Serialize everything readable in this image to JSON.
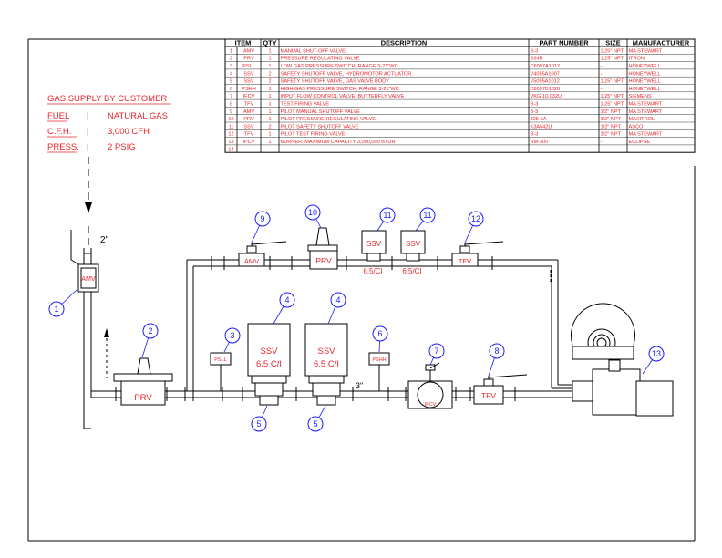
{
  "bom": {
    "headers": [
      "ITEM",
      "QTY",
      "DESCRIPTION",
      "PART NUMBER",
      "SIZE",
      "MANUFACTURER"
    ],
    "rows": [
      [
        "1",
        "AMV",
        "1",
        "MANUAL SHUT-OFF VALVE",
        "B-3",
        "1.25\" NPT",
        "MA STEWART"
      ],
      [
        "2",
        "PRV",
        "1",
        "PRESSURE REGULATING VALVE",
        "B34R",
        "1.25\" NPT",
        "ITRON"
      ],
      [
        "3",
        "PSLL",
        "1",
        "LOW GAS PRESSURE SWITCH, RANGE 3-21\"WC",
        "C6097A1012",
        "--",
        "HONEYWELL"
      ],
      [
        "4",
        "SSV",
        "2",
        "SAFETY SHUTOFF VALVE, HYDROMOTOR ACTUATOR",
        "V4055A1007",
        "--",
        "HONEYWELL"
      ],
      [
        "5",
        "SSV",
        "2",
        "SAFETY SHUTOFF VALVE, GAS VALVE BODY",
        "V5055A1012",
        "1.25\" NPT",
        "HONEYWELL"
      ],
      [
        "6",
        "PSHH",
        "1",
        "HIGH GAS PRESSURE SWITCH, RANGE 3-21\"WC",
        "C6097B1028",
        "--",
        "HONEYWELL"
      ],
      [
        "7",
        "IFCV",
        "1",
        "INPUT FLOW CONTROL VALVE, BUTTERFLY VALVE",
        "VKG 10.032U",
        "1.25\" NPT",
        "SIEMENS"
      ],
      [
        "8",
        "TFV",
        "1",
        "TEST FIRING VALVE",
        "B-3",
        "1.25\" NPT",
        "MA STEWART"
      ],
      [
        "9",
        "AMV",
        "1",
        "PILOT MANUAL SHUTOFF VALVE",
        "B-3",
        "1/2\" NPT",
        "MA STEWART"
      ],
      [
        "10",
        "PRV",
        "1",
        "PILOT PRESSURE REGULATING VALVE",
        "325-5A",
        "1/2\" NPT",
        "MAXITROL"
      ],
      [
        "11",
        "SSV",
        "2",
        "PILOT SAFETY SHUTOFF VALVE",
        "K3A542U",
        "1/2\" NPT",
        "ASCO"
      ],
      [
        "12",
        "TFV",
        "1",
        "PILOT TEST FIRING VALVE",
        "B-3",
        "1/2\" NPT",
        "MA STEWART"
      ],
      [
        "13",
        "IPCV",
        "1",
        "BURNER, MAXIMUM CAPACITY 3,000,000 BTUH",
        "RM-300",
        "--",
        "ECLIPSE"
      ],
      [
        "14",
        "--",
        "--",
        "--",
        "--",
        "--",
        "--"
      ]
    ]
  },
  "supply": {
    "title": "GAS SUPPLY BY CUSTOMER",
    "fuel_label": "FUEL",
    "fuel_value": "NATURAL GAS",
    "cfh_label": "C.F.H.",
    "cfh_value": "3,000 CFH",
    "press_label": "PRESS.",
    "press_value": "2 PSIG",
    "sep": "|"
  },
  "diagram": {
    "inlet_size": "2\"",
    "main_size": "3\"",
    "components": {
      "amv_main": "AMV",
      "prv_main": "PRV",
      "psll": "PSLL",
      "ssv_a": "SSV",
      "ssv_a_rating": "6.5 C/I",
      "ssv_b": "SSV",
      "ssv_b_rating": "6.5 C/I",
      "pshh": "PSHH",
      "ifcv": "IFCV",
      "tfv_main": "TFV",
      "amv_pilot": "AMV",
      "prv_pilot": "PRV",
      "ssv_pilot_a": "SSV",
      "ssv_pilot_a_rating": "6.5/CI",
      "ssv_pilot_b": "SSV",
      "ssv_pilot_b_rating": "6.5/CI",
      "tfv_pilot": "TFV"
    },
    "balloons": [
      "1",
      "2",
      "3",
      "4",
      "4",
      "5",
      "5",
      "6",
      "7",
      "8",
      "9",
      "10",
      "11",
      "11",
      "12",
      "13"
    ]
  },
  "colors": {
    "text": "#e8262b",
    "balloon": "#1a1aff",
    "line": "#000000"
  }
}
